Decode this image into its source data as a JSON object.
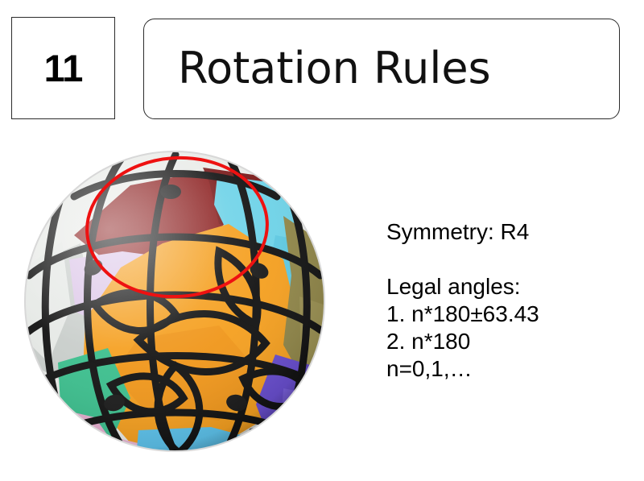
{
  "page": {
    "background_color": "#ffffff",
    "slide_number": "11"
  },
  "header": {
    "number_label": "11",
    "title": "Rotation Rules",
    "box_border_color": "#2b2b2b"
  },
  "info": {
    "symmetry_line": "Symmetry: R4",
    "legal_angles_heading": "Legal angles:",
    "angle_rule_1": "1. n*180±63.43",
    "angle_rule_2": "2. n*180",
    "n_definition": "n=0,1,…"
  },
  "figure": {
    "name": "spherical-twisty-puzzle",
    "annotation_circle_color": "#ee1111",
    "grid_line_color": "#141414",
    "sphere_outline_color": "#d8d8d8",
    "colors": {
      "orange": "#f5a021",
      "dark_red": "#8d2222",
      "lavender": "#dcc6e8",
      "cyan": "#6fd3e8",
      "olive": "#91874a",
      "violet": "#6a4fd0",
      "green": "#3dbf8e",
      "pink": "#e5afcf",
      "light_blue": "#5ec3ec",
      "gray": "#5c6066",
      "silver": "#c9cecb",
      "white": "#eef0ee"
    },
    "facets": [
      {
        "color_key": "dark_red",
        "label": "top-dark-red"
      },
      {
        "color_key": "lavender",
        "label": "upper-left-lavender"
      },
      {
        "color_key": "cyan",
        "label": "upper-right-cyan"
      },
      {
        "color_key": "orange",
        "label": "center-orange"
      },
      {
        "color_key": "olive",
        "label": "right-olive"
      },
      {
        "color_key": "violet",
        "label": "lower-right-violet"
      },
      {
        "color_key": "green",
        "label": "left-green"
      },
      {
        "color_key": "pink",
        "label": "lower-left-pink"
      },
      {
        "color_key": "light_blue",
        "label": "bottom-light-blue"
      },
      {
        "color_key": "gray",
        "label": "bottom-right-gray"
      },
      {
        "color_key": "silver",
        "label": "far-left-silver"
      }
    ]
  }
}
